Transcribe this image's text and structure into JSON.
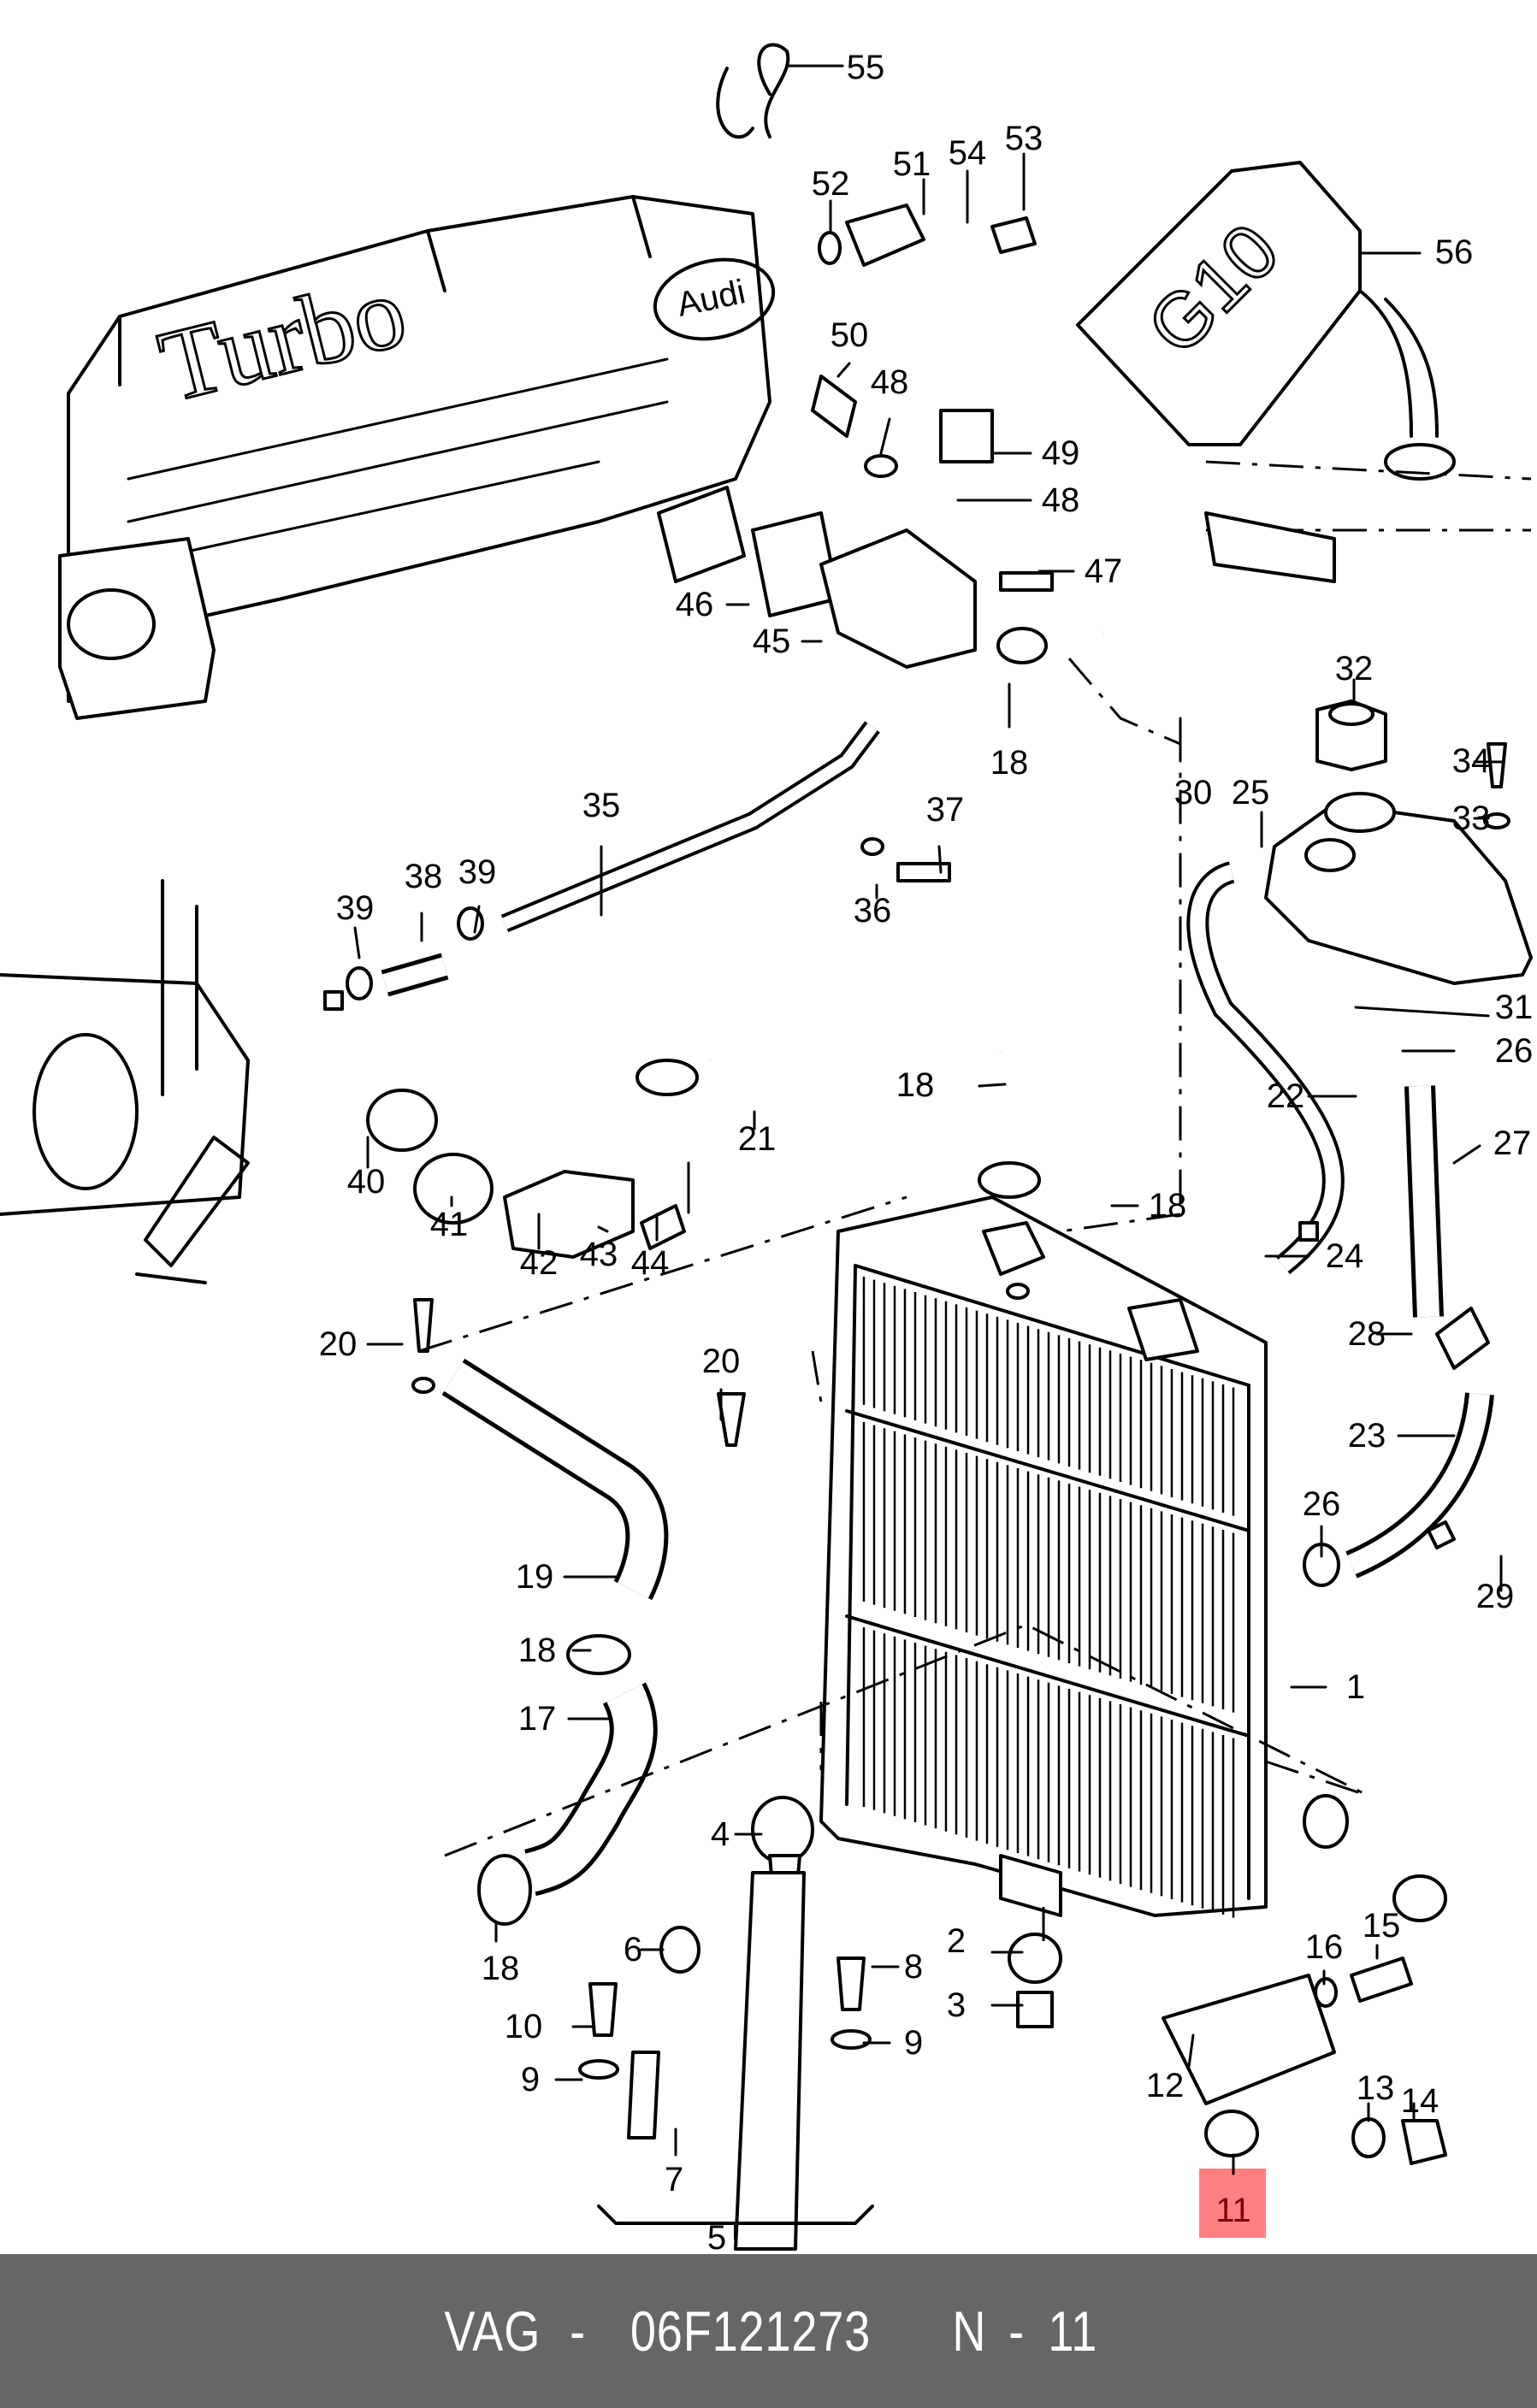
{
  "footer": {
    "brand": "VAG",
    "separator": "-",
    "part_number": "06F121273",
    "ref_label": "N",
    "ref_number": "11"
  },
  "highlight": {
    "callout": "11",
    "color": "#ff8080",
    "text_color": "#7a0000"
  },
  "engine_block": {
    "lettering": "Turbo",
    "badge": "Audi"
  },
  "coolant_canister": {
    "label": "G10"
  },
  "callouts": [
    {
      "id": "55",
      "text": "55"
    },
    {
      "id": "52",
      "text": "52"
    },
    {
      "id": "51",
      "text": "51"
    },
    {
      "id": "54",
      "text": "54"
    },
    {
      "id": "53",
      "text": "53"
    },
    {
      "id": "56",
      "text": "56"
    },
    {
      "id": "50",
      "text": "50"
    },
    {
      "id": "48a",
      "text": "48"
    },
    {
      "id": "49",
      "text": "49"
    },
    {
      "id": "48b",
      "text": "48"
    },
    {
      "id": "47",
      "text": "47"
    },
    {
      "id": "46",
      "text": "46"
    },
    {
      "id": "45",
      "text": "45"
    },
    {
      "id": "18a",
      "text": "18"
    },
    {
      "id": "30",
      "text": "30"
    },
    {
      "id": "32",
      "text": "32"
    },
    {
      "id": "34",
      "text": "34"
    },
    {
      "id": "33",
      "text": "33"
    },
    {
      "id": "25",
      "text": "25"
    },
    {
      "id": "35",
      "text": "35"
    },
    {
      "id": "37",
      "text": "37"
    },
    {
      "id": "36",
      "text": "36"
    },
    {
      "id": "39a",
      "text": "39"
    },
    {
      "id": "38",
      "text": "38"
    },
    {
      "id": "39b",
      "text": "39"
    },
    {
      "id": "31",
      "text": "31"
    },
    {
      "id": "26a",
      "text": "26"
    },
    {
      "id": "22",
      "text": "22"
    },
    {
      "id": "27",
      "text": "27"
    },
    {
      "id": "18b",
      "text": "18"
    },
    {
      "id": "21",
      "text": "21"
    },
    {
      "id": "40",
      "text": "40"
    },
    {
      "id": "41",
      "text": "41"
    },
    {
      "id": "42",
      "text": "42"
    },
    {
      "id": "43",
      "text": "43"
    },
    {
      "id": "44",
      "text": "44"
    },
    {
      "id": "18c",
      "text": "18"
    },
    {
      "id": "18d",
      "text": "18"
    },
    {
      "id": "24",
      "text": "24"
    },
    {
      "id": "28",
      "text": "28"
    },
    {
      "id": "20a",
      "text": "20"
    },
    {
      "id": "20b",
      "text": "20"
    },
    {
      "id": "23",
      "text": "23"
    },
    {
      "id": "26b",
      "text": "26"
    },
    {
      "id": "19",
      "text": "19"
    },
    {
      "id": "29",
      "text": "29"
    },
    {
      "id": "18e",
      "text": "18"
    },
    {
      "id": "17",
      "text": "17"
    },
    {
      "id": "1",
      "text": "1"
    },
    {
      "id": "4",
      "text": "4"
    },
    {
      "id": "18f",
      "text": "18"
    },
    {
      "id": "6",
      "text": "6"
    },
    {
      "id": "8",
      "text": "8"
    },
    {
      "id": "2",
      "text": "2"
    },
    {
      "id": "3",
      "text": "3"
    },
    {
      "id": "16",
      "text": "16"
    },
    {
      "id": "15",
      "text": "15"
    },
    {
      "id": "10",
      "text": "10"
    },
    {
      "id": "9a",
      "text": "9"
    },
    {
      "id": "9b",
      "text": "9"
    },
    {
      "id": "12",
      "text": "12"
    },
    {
      "id": "13",
      "text": "13"
    },
    {
      "id": "14",
      "text": "14"
    },
    {
      "id": "7",
      "text": "7"
    },
    {
      "id": "11",
      "text": "11"
    },
    {
      "id": "5",
      "text": "5"
    }
  ]
}
